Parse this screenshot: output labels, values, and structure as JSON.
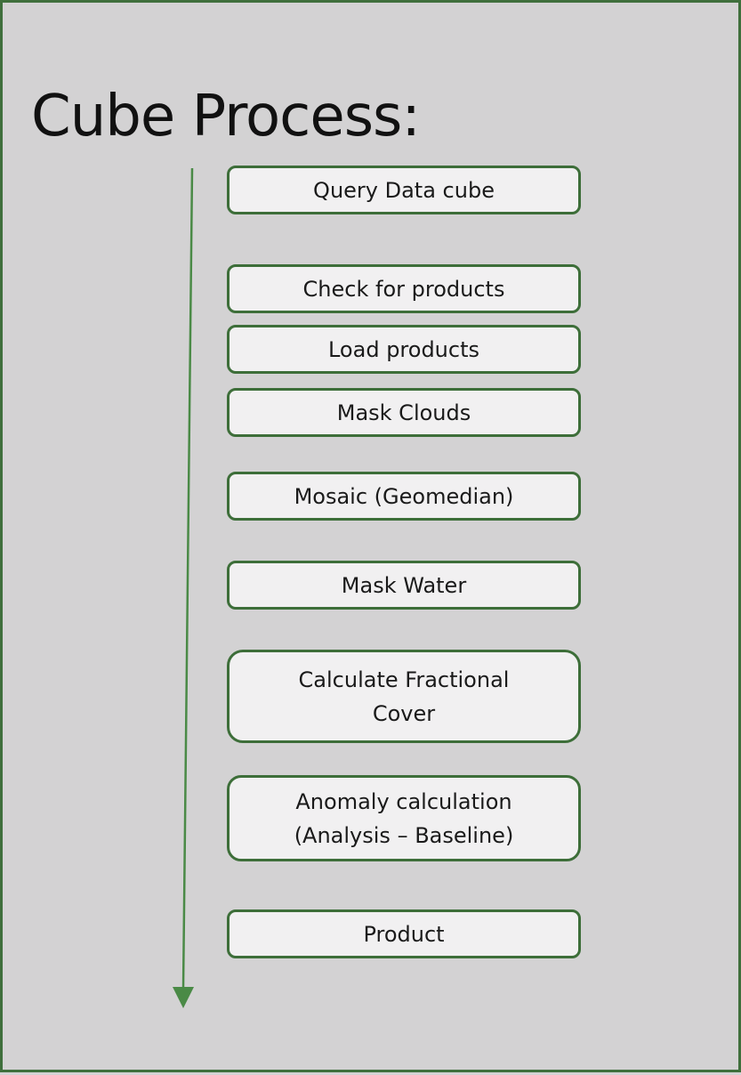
{
  "title": "Cube Process:",
  "steps": [
    {
      "label": "Query Data cube"
    },
    {
      "label": "Check for products"
    },
    {
      "label": "Load products"
    },
    {
      "label": "Mask Clouds"
    },
    {
      "label": "Mosaic (Geomedian)"
    },
    {
      "label": "Mask Water"
    },
    {
      "label": "Calculate Fractional\nCover"
    },
    {
      "label": "Anomaly calculation\n(Analysis – Baseline)"
    },
    {
      "label": "Product"
    }
  ],
  "colors": {
    "background": "#d3d2d3",
    "border": "#3f6f3c",
    "box_fill": "#f1f0f1",
    "arrow": "#4a8a46"
  }
}
